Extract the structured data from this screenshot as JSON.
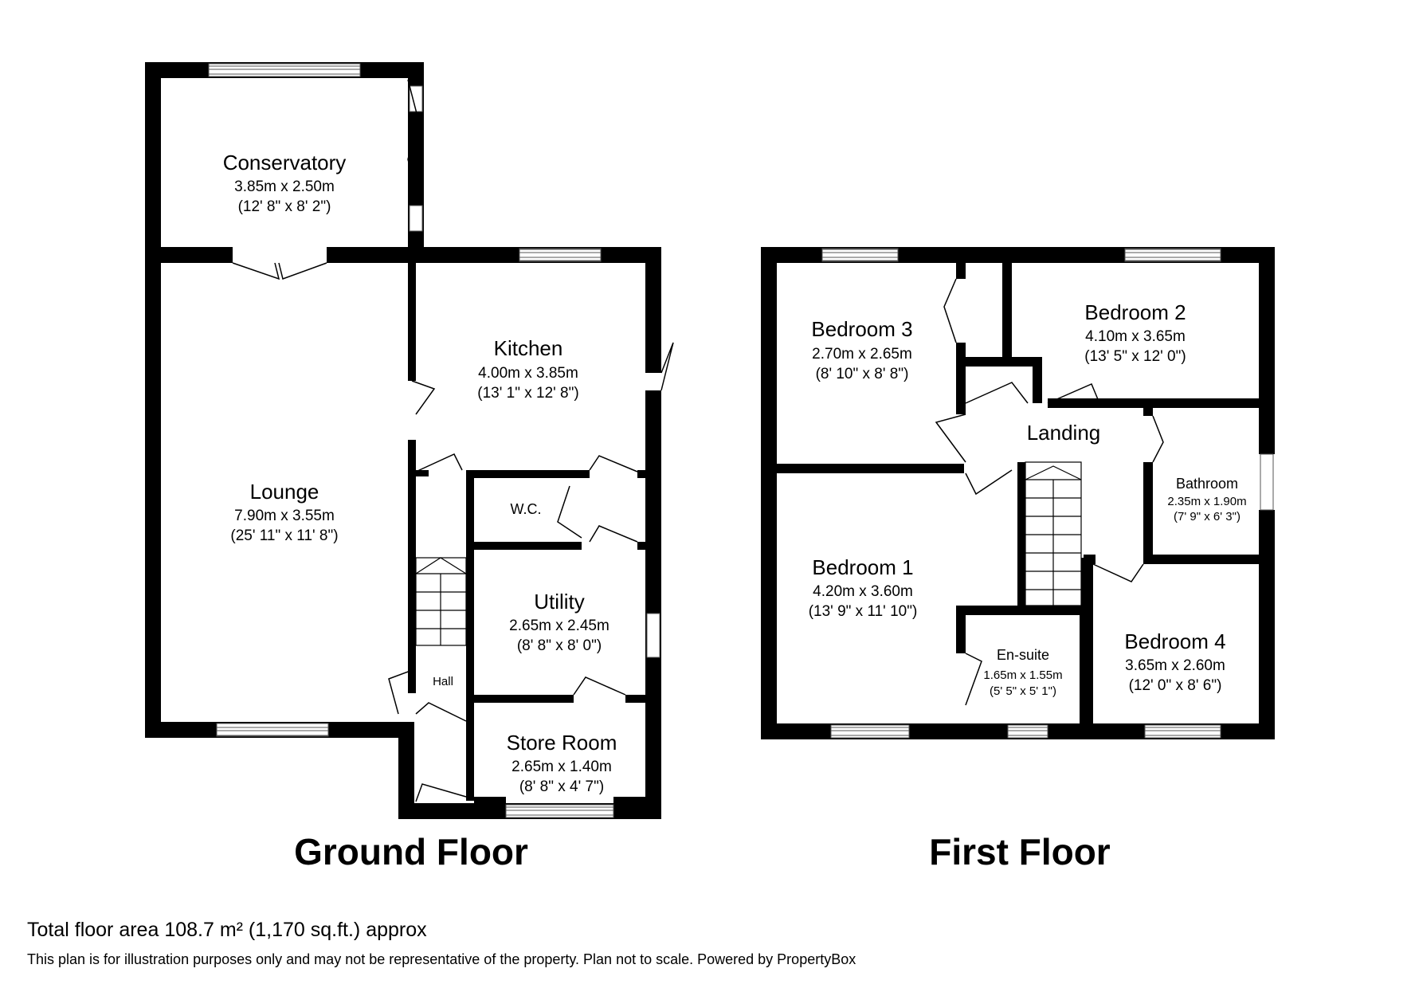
{
  "floors": {
    "ground": {
      "title": "Ground Floor",
      "rooms": {
        "conservatory": {
          "name": "Conservatory",
          "metric": "3.85m x 2.50m",
          "imperial": "(12' 8\" x 8' 2\")"
        },
        "lounge": {
          "name": "Lounge",
          "metric": "7.90m x 3.55m",
          "imperial": "(25' 11\" x 11' 8\")"
        },
        "kitchen": {
          "name": "Kitchen",
          "metric": "4.00m x 3.85m",
          "imperial": "(13' 1\" x 12' 8\")"
        },
        "wc": {
          "name": "W.C."
        },
        "utility": {
          "name": "Utility",
          "metric": "2.65m x 2.45m",
          "imperial": "(8' 8\" x 8' 0\")"
        },
        "hall": {
          "name": "Hall"
        },
        "store_room": {
          "name": "Store Room",
          "metric": "2.65m x 1.40m",
          "imperial": "(8' 8\" x 4' 7\")"
        }
      }
    },
    "first": {
      "title": "First Floor",
      "rooms": {
        "bedroom3": {
          "name": "Bedroom 3",
          "metric": "2.70m x 2.65m",
          "imperial": "(8' 10\" x 8' 8\")"
        },
        "bedroom2": {
          "name": "Bedroom 2",
          "metric": "4.10m x 3.65m",
          "imperial": "(13' 5\" x 12' 0\")"
        },
        "landing": {
          "name": "Landing"
        },
        "bathroom": {
          "name": "Bathroom",
          "metric": "2.35m x 1.90m",
          "imperial": "(7' 9\" x 6' 3\")"
        },
        "bedroom1": {
          "name": "Bedroom 1",
          "metric": "4.20m x 3.60m",
          "imperial": "(13' 9\" x 11' 10\")"
        },
        "ensuite": {
          "name": "En-suite",
          "metric": "1.65m x 1.55m",
          "imperial": "(5' 5\" x 5' 1\")"
        },
        "bedroom4": {
          "name": "Bedroom 4",
          "metric": "3.65m x 2.60m",
          "imperial": "(12' 0\" x 8' 6\")"
        }
      }
    }
  },
  "footer": {
    "total_area": "Total floor area 108.7 m² (1,170 sq.ft.) approx",
    "disclaimer": "This plan is for illustration purposes only and may not be representative of the property. Plan not to scale. Powered by PropertyBox"
  },
  "colors": {
    "wall": "#000000",
    "background": "#ffffff",
    "window_frame": "#555555"
  },
  "icons": [
    "window-icon",
    "door-icon",
    "staircase-icon"
  ]
}
